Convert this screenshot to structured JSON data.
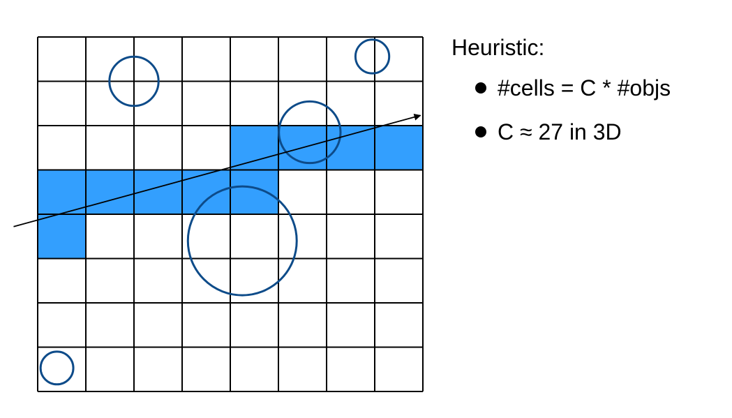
{
  "sidebar": {
    "heading": "Heuristic:",
    "bullets": [
      "#cells = C * #objs",
      "C ≈ 27 in 3D"
    ]
  },
  "grid": {
    "columns": 8,
    "rows": 8,
    "highlighted_cells": [
      [
        2,
        4
      ],
      [
        2,
        5
      ],
      [
        2,
        6
      ],
      [
        2,
        7
      ],
      [
        3,
        0
      ],
      [
        3,
        1
      ],
      [
        3,
        2
      ],
      [
        3,
        3
      ],
      [
        3,
        4
      ],
      [
        4,
        0
      ]
    ],
    "highlight_color": "#339ffe",
    "line_color": "#000000"
  },
  "objects": {
    "circle_color": "#0d4b89",
    "circles": [
      {
        "col": 2.0,
        "row": 1.0,
        "r": 0.51
      },
      {
        "col": 6.95,
        "row": 0.44,
        "r": 0.35
      },
      {
        "col": 5.65,
        "row": 2.15,
        "r": 0.64
      },
      {
        "col": 4.25,
        "row": 4.6,
        "r": 1.13
      },
      {
        "col": 0.4,
        "row": 7.47,
        "r": 0.34
      }
    ]
  },
  "ray": {
    "color": "#000000",
    "start": {
      "col": -0.5,
      "row": 4.28
    },
    "end": {
      "col": 7.95,
      "row": 1.77
    }
  }
}
